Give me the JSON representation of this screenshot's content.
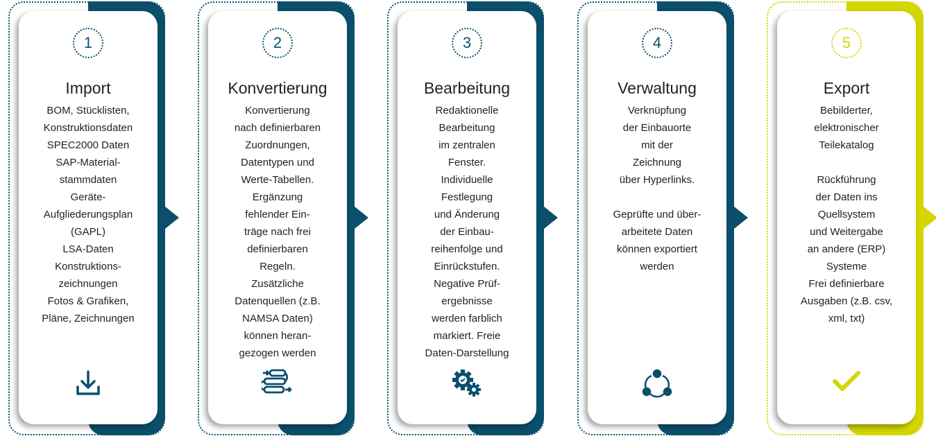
{
  "colors": {
    "primary": "#0b4f6c",
    "accent": "#d4d600"
  },
  "steps": [
    {
      "number": "1",
      "title": "Import",
      "body": "BOM, Stücklisten,\nKonstruktionsdaten\nSPEC2000 Daten\nSAP-Material-\nstammdaten\nGeräte-\nAufgliederungsplan\n(GAPL)\nLSA-Daten\nKonstruktions-\nzeichnungen\nFotos & Grafiken,\nPläne, Zeichnungen",
      "icon": "download-icon"
    },
    {
      "number": "2",
      "title": "Konvertierung",
      "body": "Konvertierung\nnach definierbaren\nZuordnungen,\nDatentypen und\nWerte-Tabellen.\nErgänzung\nfehlender Ein-\nträge nach frei\ndefinierbaren\nRegeln.\nZusätzliche\nDatenquellen (z.B.\nNAMSA Daten)\nkönnen heran-\ngezogen werden",
      "icon": "process-flow-icon"
    },
    {
      "number": "3",
      "title": "Bearbeitung",
      "body": "Redaktionelle\nBearbeitung\nim zentralen\nFenster.\nIndividuelle\nFestlegung\nund Änderung\nder Einbau-\nreihenfolge und\nEinrückstufen.\nNegative Prüf-\nergebnisse\nwerden farblich\nmarkiert. Freie\nDaten-Darstellung",
      "icon": "gears-check-icon"
    },
    {
      "number": "4",
      "title": "Verwaltung",
      "body": "Verknüpfung\nder Einbauorte\nmit der\nZeichnung\nüber Hyperlinks.\n\nGeprüfte und über-\narbeitete Daten\nkönnen exportiert\nwerden",
      "icon": "network-icon"
    },
    {
      "number": "5",
      "title": "Export",
      "body": "Bebilderter,\nelektronischer\nTeilekatalog\n\nRückführung\nder Daten ins\nQuellsystem\nund Weitergabe\nan andere (ERP)\nSysteme\nFrei definierbare\nAusgaben (z.B. csv,\nxml, txt)",
      "icon": "checkmark-icon"
    }
  ]
}
